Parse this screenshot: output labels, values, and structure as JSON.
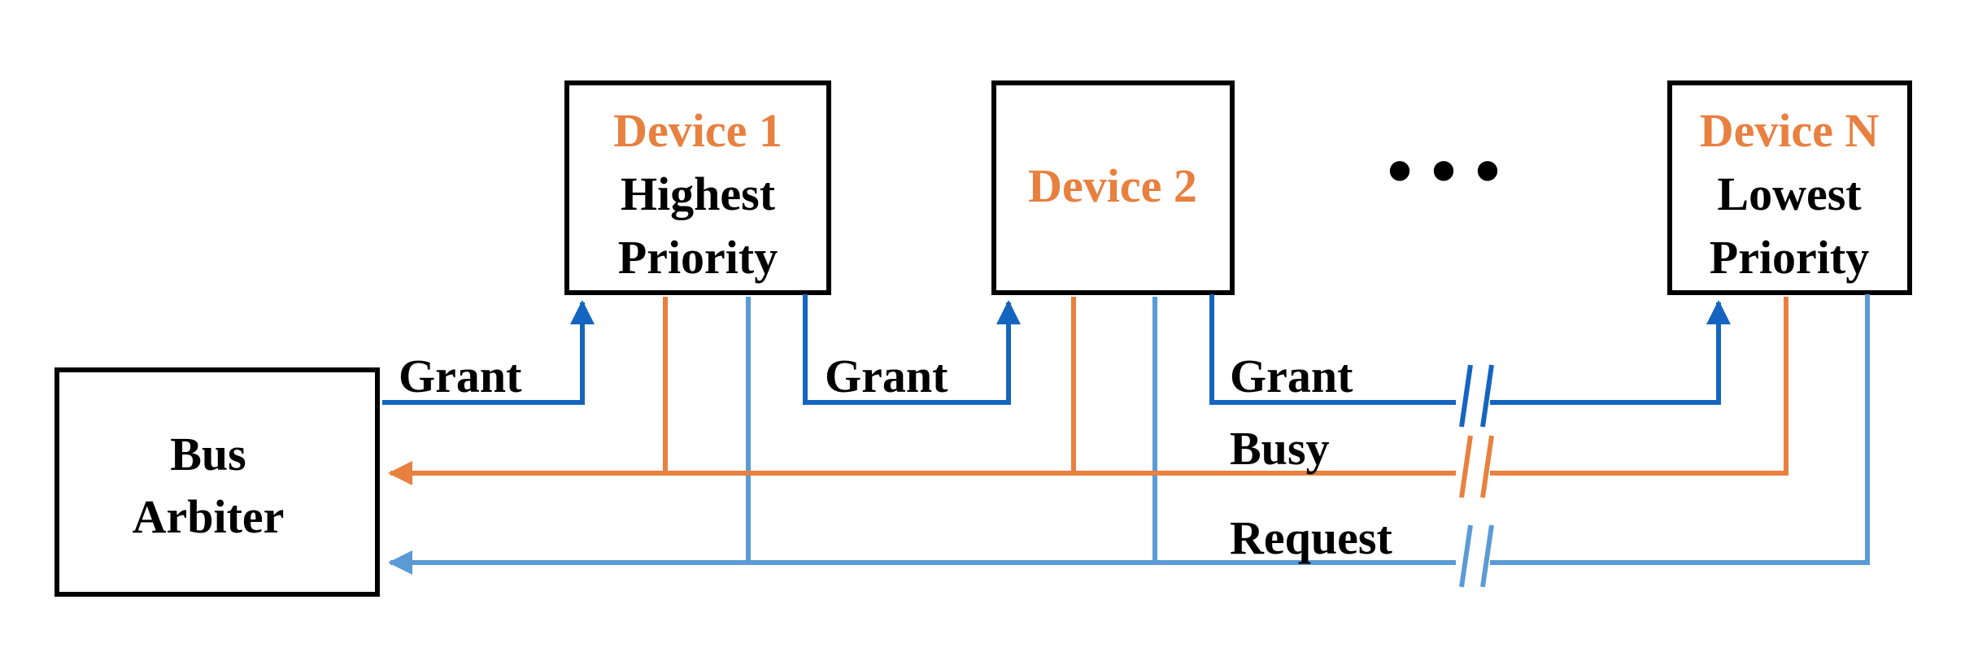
{
  "colors": {
    "grant": "#1565c0",
    "busy": "#e8803f",
    "request": "#5b9bd5",
    "device_name": "#e8803f",
    "text": "#000000",
    "box": "#000000"
  },
  "arbiter": {
    "line1": "Bus",
    "line2": "Arbiter"
  },
  "devices": [
    {
      "name": "Device 1",
      "line1": "Highest",
      "line2": "Priority"
    },
    {
      "name": "Device 2"
    },
    {
      "name": "Device N",
      "line1": "Lowest",
      "line2": "Priority"
    }
  ],
  "ellipsis": "• • •",
  "signals": {
    "grant": "Grant",
    "busy": "Busy",
    "request": "Request"
  }
}
